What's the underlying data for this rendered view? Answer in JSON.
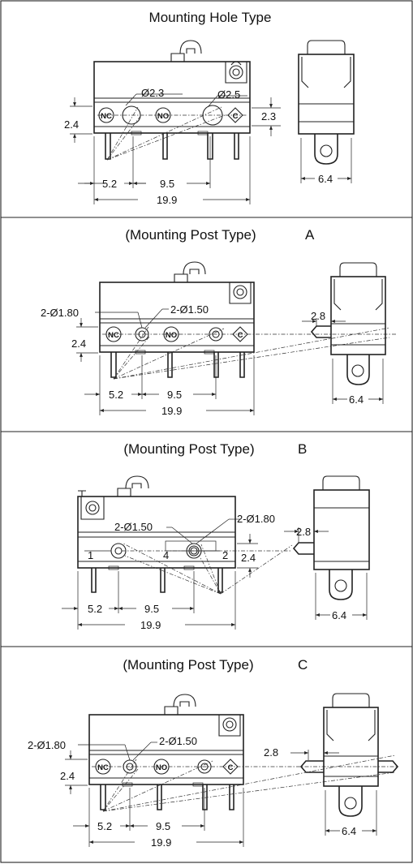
{
  "panels": [
    {
      "title": "Mounting Hole Type",
      "letter": "",
      "callouts": {
        "left": "Ø2.3",
        "right": "Ø2.5"
      },
      "dims": {
        "height_left": "2.4",
        "height_right": "2.3",
        "pitch_a": "5.2",
        "pitch_b": "9.5",
        "length": "19.9",
        "width": "6.4"
      },
      "terminal_labels": [
        "NC",
        "NO",
        "C"
      ]
    },
    {
      "title": "(Mounting Post Type)",
      "letter": "A",
      "callouts": {
        "left": "2-Ø1.80",
        "right": "2-Ø1.50"
      },
      "dims": {
        "height_left": "2.4",
        "post": "2.8",
        "pitch_a": "5.2",
        "pitch_b": "9.5",
        "length": "19.9",
        "width": "6.4"
      },
      "terminal_labels": [
        "NC",
        "NO",
        "C"
      ]
    },
    {
      "title": "(Mounting Post Type)",
      "letter": "B",
      "callouts": {
        "left": "2-Ø1.50",
        "right": "2-Ø1.80"
      },
      "dims": {
        "height_right": "2.4",
        "post": "2.8",
        "pitch_a": "5.2",
        "pitch_b": "9.5",
        "length": "19.9",
        "width": "6.4"
      },
      "terminal_labels": [
        "1",
        "4",
        "2"
      ]
    },
    {
      "title": "(Mounting Post Type)",
      "letter": "C",
      "callouts": {
        "left": "2-Ø1.80",
        "right": "2-Ø1.50"
      },
      "dims": {
        "height_left": "2.4",
        "post": "2.8",
        "pitch_a": "5.2",
        "pitch_b": "9.5",
        "length": "19.9",
        "width": "6.4"
      },
      "terminal_labels": [
        "NC",
        "NO",
        "C"
      ]
    }
  ]
}
